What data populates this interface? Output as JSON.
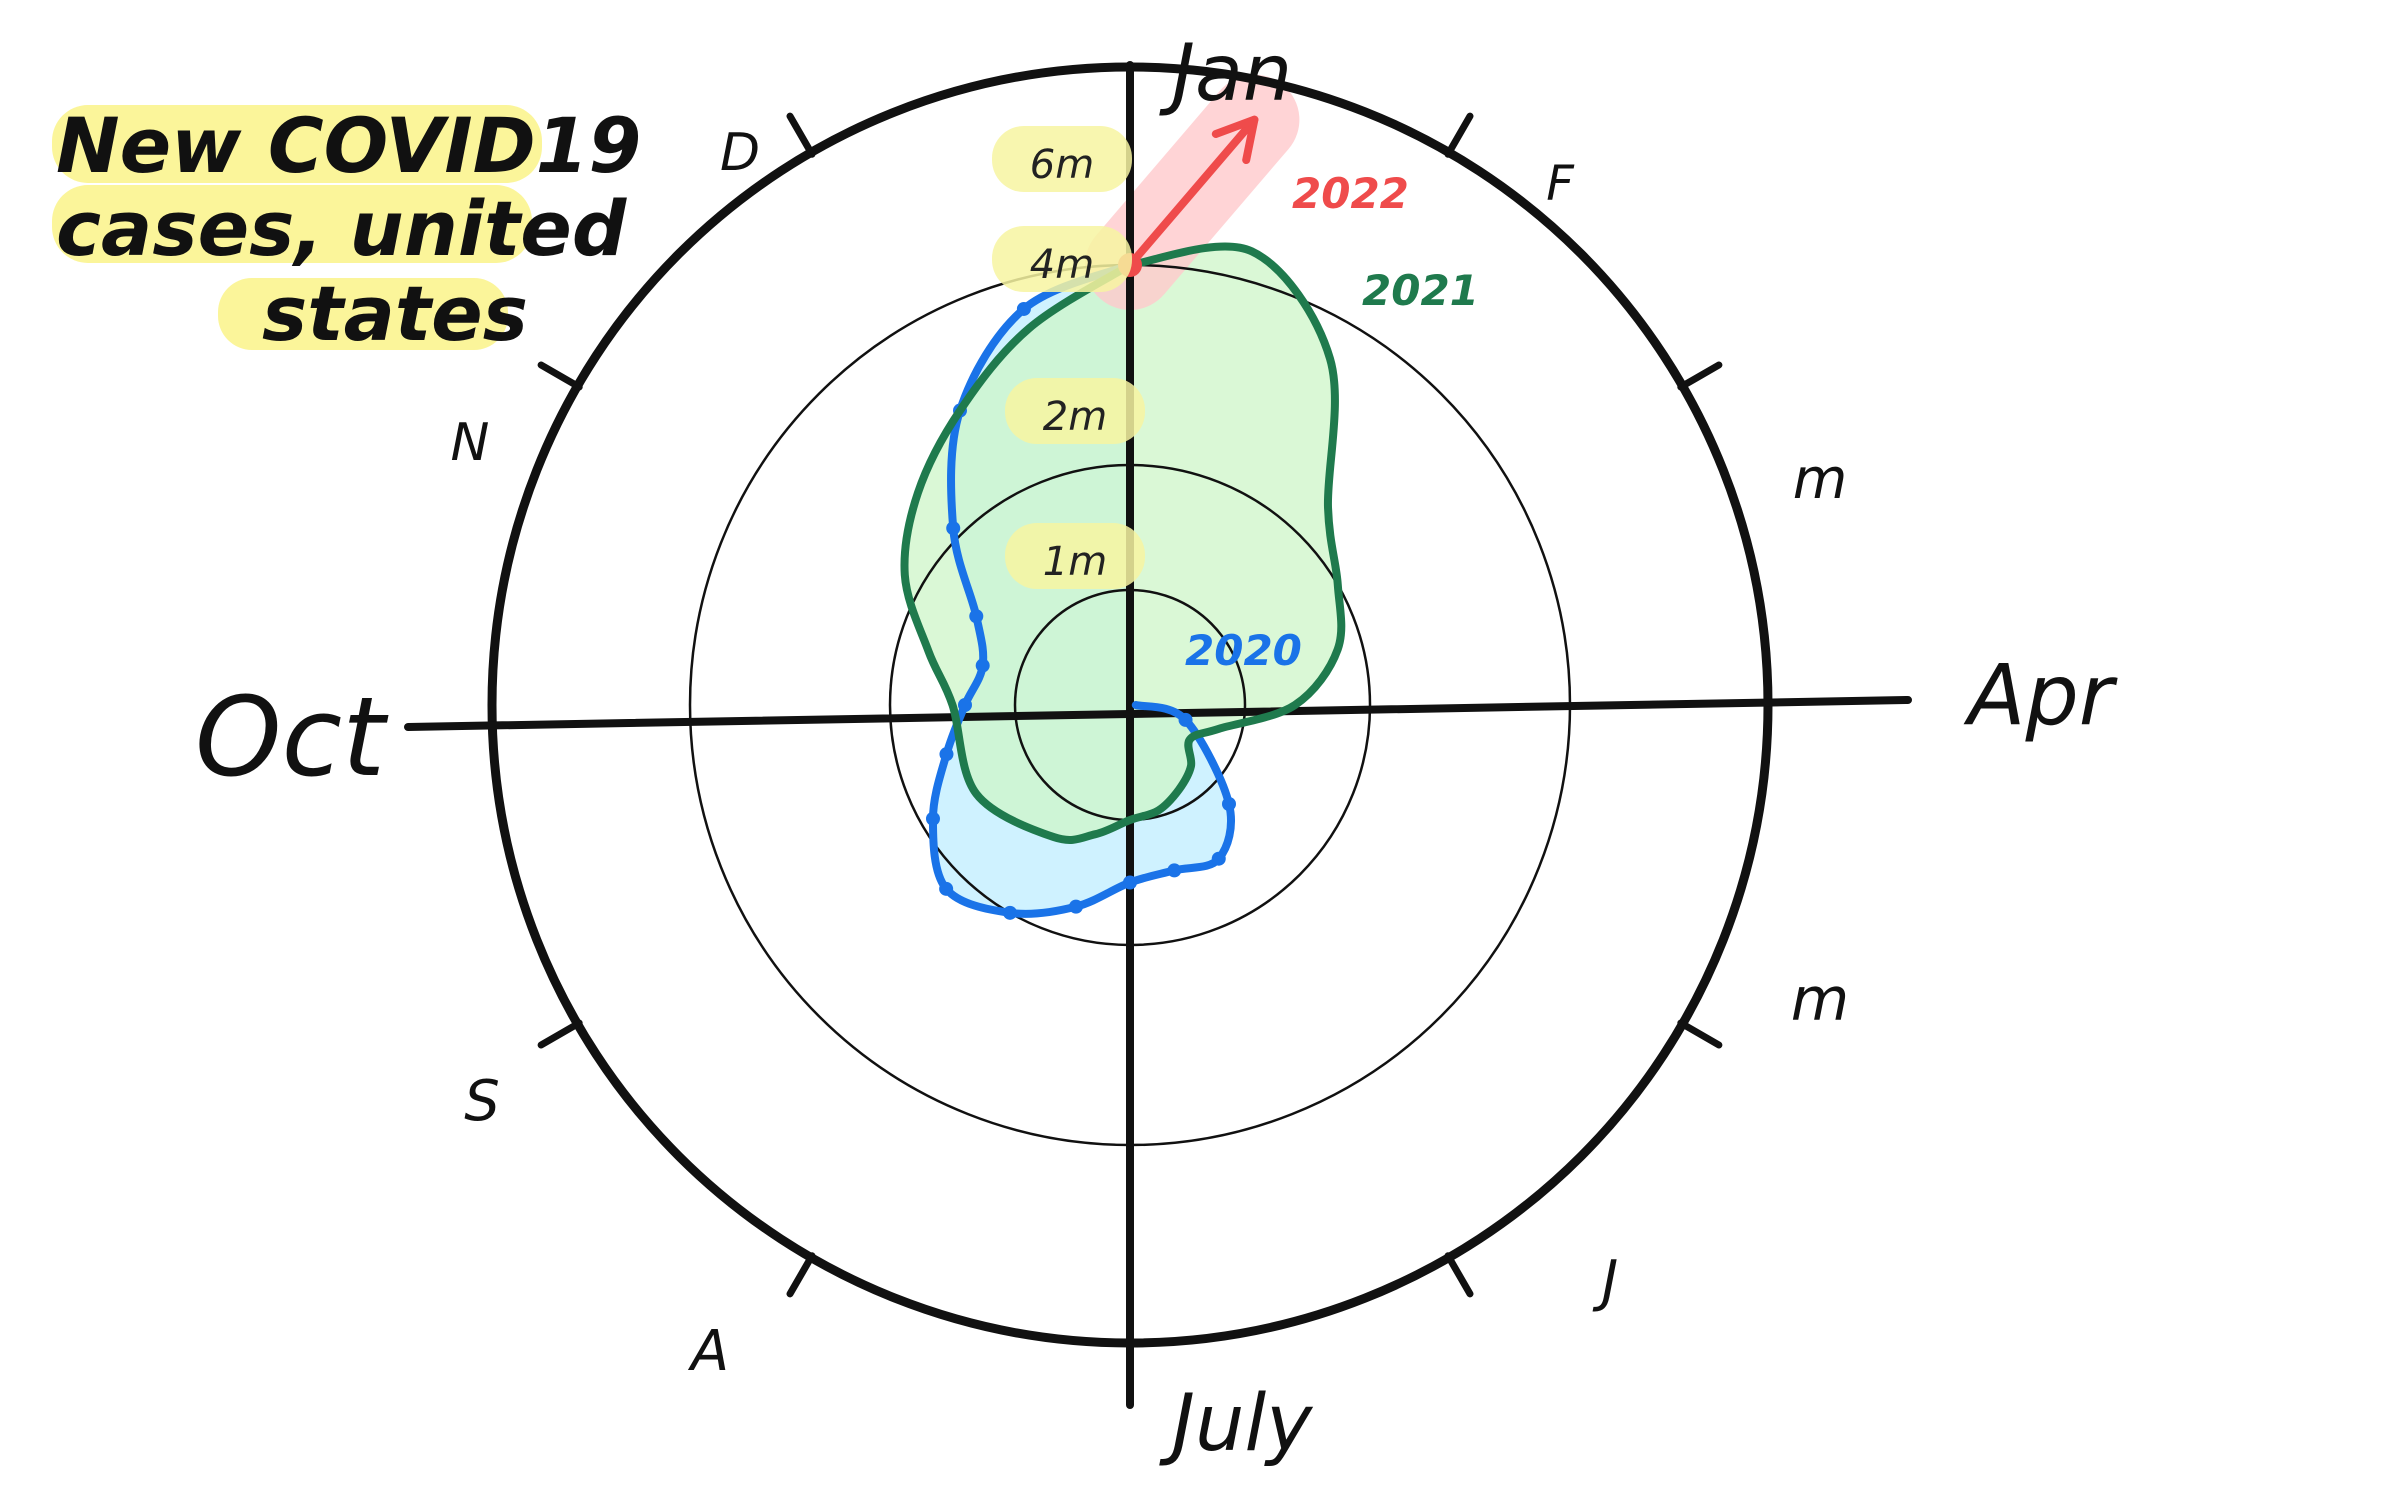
{
  "title": [
    "New COVID19",
    "cases, united",
    "states"
  ],
  "chart_data": {
    "type": "line",
    "subtype": "radial",
    "months": [
      {
        "label": "Jan",
        "text_display": "Jan"
      },
      {
        "label": "F",
        "text_display": "F"
      },
      {
        "label": "m",
        "text_display": "m"
      },
      {
        "label": "Apr",
        "text_display": "Apr"
      },
      {
        "label": "m",
        "text_display": "m"
      },
      {
        "label": "J",
        "text_display": "J"
      },
      {
        "label": "July",
        "text_display": "July"
      },
      {
        "label": "A",
        "text_display": "A"
      },
      {
        "label": "S",
        "text_display": "S"
      },
      {
        "label": "Oct",
        "text_display": "Oct"
      },
      {
        "label": "N",
        "text_display": "N"
      },
      {
        "label": "D",
        "text_display": "D"
      }
    ],
    "radial_ticks": [
      {
        "value": 1,
        "label": "1m"
      },
      {
        "value": 2,
        "label": "2m"
      },
      {
        "value": 4,
        "label": "4m"
      },
      {
        "value": 6,
        "label": "6m"
      }
    ],
    "units": "millions",
    "series": [
      {
        "name": "2020",
        "color": "#1a73e8",
        "fill": "#bfeeff",
        "points": [
          {
            "month": 3.0,
            "value": 0.05
          },
          {
            "month": 3.5,
            "value": 0.5
          },
          {
            "month": 4.5,
            "value": 1.2
          },
          {
            "month": 5.0,
            "value": 1.5
          },
          {
            "month": 5.5,
            "value": 1.45
          },
          {
            "month": 6.0,
            "value": 1.5
          },
          {
            "month": 6.5,
            "value": 1.75
          },
          {
            "month": 7.0,
            "value": 2.0
          },
          {
            "month": 7.5,
            "value": 2.2
          },
          {
            "month": 8.0,
            "value": 1.9
          },
          {
            "month": 8.5,
            "value": 1.6
          },
          {
            "month": 9.0,
            "value": 1.4
          },
          {
            "month": 9.5,
            "value": 1.3
          },
          {
            "month": 10.0,
            "value": 1.5
          },
          {
            "month": 10.5,
            "value": 2.1
          },
          {
            "month": 11.0,
            "value": 3.0
          },
          {
            "month": 11.5,
            "value": 3.7
          },
          {
            "month": 12.0,
            "value": 4.0
          }
        ]
      },
      {
        "name": "2021",
        "color": "#1f7a4d",
        "fill": "#cdf5c8",
        "points": [
          {
            "month": 0.0,
            "value": 4.0
          },
          {
            "month": 0.5,
            "value": 4.3
          },
          {
            "month": 1.0,
            "value": 3.6
          },
          {
            "month": 1.5,
            "value": 2.4
          },
          {
            "month": 2.0,
            "value": 2.0
          },
          {
            "month": 2.5,
            "value": 1.8
          },
          {
            "month": 3.0,
            "value": 1.4
          },
          {
            "month": 3.5,
            "value": 0.8
          },
          {
            "month": 4.0,
            "value": 0.6
          },
          {
            "month": 4.5,
            "value": 0.75
          },
          {
            "month": 5.0,
            "value": 0.85
          },
          {
            "month": 5.5,
            "value": 0.95
          },
          {
            "month": 6.0,
            "value": 1.0
          },
          {
            "month": 6.5,
            "value": 1.15
          },
          {
            "month": 7.0,
            "value": 1.3
          },
          {
            "month": 8.0,
            "value": 1.5
          },
          {
            "month": 9.0,
            "value": 1.5
          },
          {
            "month": 9.5,
            "value": 1.75
          },
          {
            "month": 10.0,
            "value": 2.2
          },
          {
            "month": 10.5,
            "value": 2.6
          },
          {
            "month": 11.0,
            "value": 3.0
          },
          {
            "month": 11.5,
            "value": 3.5
          },
          {
            "month": 12.0,
            "value": 4.0
          }
        ]
      },
      {
        "name": "2022",
        "color": "#ef4b4b",
        "fill": "#ffc9cc",
        "points": [
          {
            "month": 0.0,
            "value": 4.0
          },
          {
            "month": 0.4,
            "value": 5.6
          }
        ]
      }
    ]
  }
}
